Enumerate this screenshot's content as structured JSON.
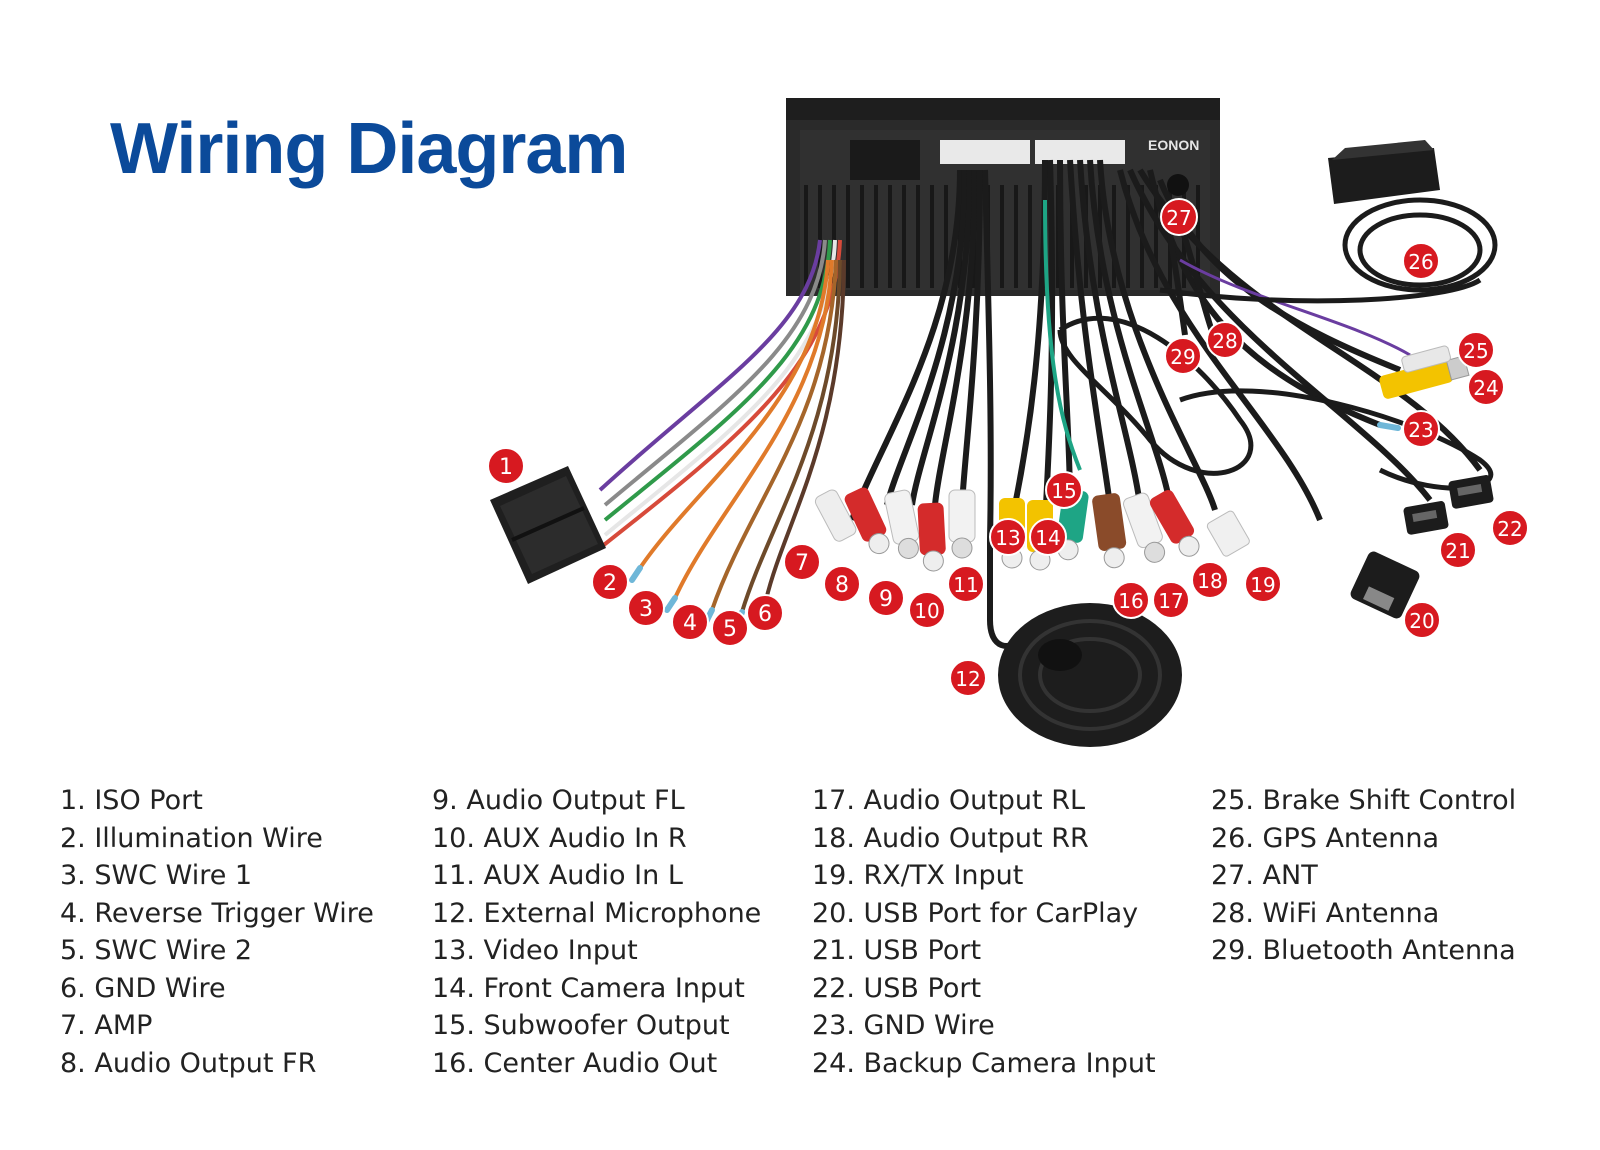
{
  "title": "Wiring Diagram",
  "brand_logo": "EONON",
  "colors": {
    "title": "#0b4a9a",
    "badge": "#d71920",
    "unit_body": "#262626",
    "rca_red": "#d42b2b",
    "rca_white": "#f2f2f2",
    "rca_yellow": "#f3c300",
    "rca_green": "#1ea585",
    "rca_brown": "#8a4b2a"
  },
  "callouts": [
    "1",
    "2",
    "3",
    "4",
    "5",
    "6",
    "7",
    "8",
    "9",
    "10",
    "11",
    "12",
    "13",
    "14",
    "15",
    "16",
    "17",
    "18",
    "19",
    "20",
    "21",
    "22",
    "23",
    "24",
    "25",
    "26",
    "27",
    "28",
    "29"
  ],
  "legend": {
    "columns": [
      [
        "1. ISO Port",
        "2. Illumination Wire",
        "3. SWC Wire 1",
        "4. Reverse Trigger Wire",
        "5. SWC Wire 2",
        "6. GND Wire",
        "7. AMP",
        "8. Audio Output FR"
      ],
      [
        "9. Audio Output FL",
        "10. AUX Audio In R",
        "11. AUX Audio In L",
        "12. External Microphone",
        "13. Video Input",
        "14. Front Camera Input",
        "15. Subwoofer Output",
        "16. Center Audio Out"
      ],
      [
        "17. Audio Output RL",
        "18. Audio Output RR",
        "19. RX/TX Input",
        "20. USB Port for CarPlay",
        "21. USB Port",
        "22. USB Port",
        "23. GND Wire",
        "24. Backup Camera Input"
      ],
      [
        "25. Brake Shift Control",
        "26. GPS Antenna",
        "27. ANT",
        "28. WiFi Antenna",
        "29. Bluetooth Antenna"
      ]
    ]
  }
}
